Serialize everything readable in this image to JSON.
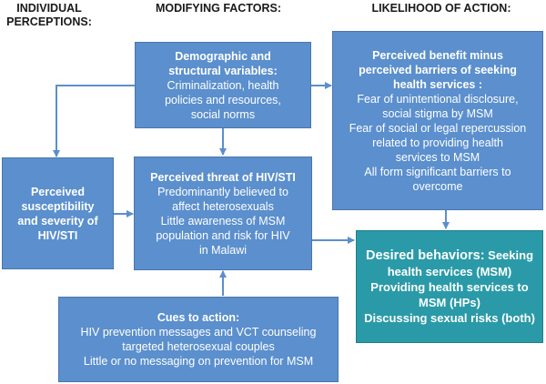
{
  "headers": {
    "individual": [
      "INDIVIDUAL",
      "PERCEPTIONS:"
    ],
    "modifying": "MODIFYING FACTORS:",
    "likelihood": "LIKELIHOOD OF ACTION:"
  },
  "boxes": {
    "demographic": {
      "title": [
        "Demographic and",
        "structural variables:"
      ],
      "lines": [
        "Criminalization, health",
        "policies and resources,",
        "social norms"
      ]
    },
    "perceived_benefit": {
      "title": [
        "Perceived benefit minus",
        "perceived barriers of seeking",
        "health services :"
      ],
      "lines": [
        "Fear of unintentional disclosure,",
        "social stigma by MSM",
        "Fear of social or legal repercussion",
        "related to providing health",
        "services to MSM",
        "All form significant barriers to",
        "overcome"
      ]
    },
    "susceptibility": {
      "title": [
        "Perceived",
        "susceptibility",
        "and severity of",
        "HIV/STI"
      ]
    },
    "threat": {
      "title": [
        "Perceived threat of HIV/STI"
      ],
      "lines": [
        "Predominantly believed to",
        "affect heterosexuals",
        "Little awareness of MSM",
        "population and risk for HIV",
        "in Malawi"
      ]
    },
    "desired": {
      "title_prefix": "Desired behaviors:",
      "title_rest": "Seeking",
      "lines": [
        "health services (MSM)",
        "Providing health services to",
        "MSM (HPs)",
        "Discussing sexual risks (both)"
      ]
    },
    "cues": {
      "title": [
        "Cues to action:"
      ],
      "lines": [
        "HIV prevention messages  and VCT counseling",
        "targeted heterosexual couples",
        "Little or no messaging on prevention for MSM"
      ]
    }
  },
  "colors": {
    "box_fill": "#5b8fcd",
    "box_border": "#4a76ab",
    "teal_fill": "#2a9aa8",
    "arrow": "#5b8fcd"
  }
}
